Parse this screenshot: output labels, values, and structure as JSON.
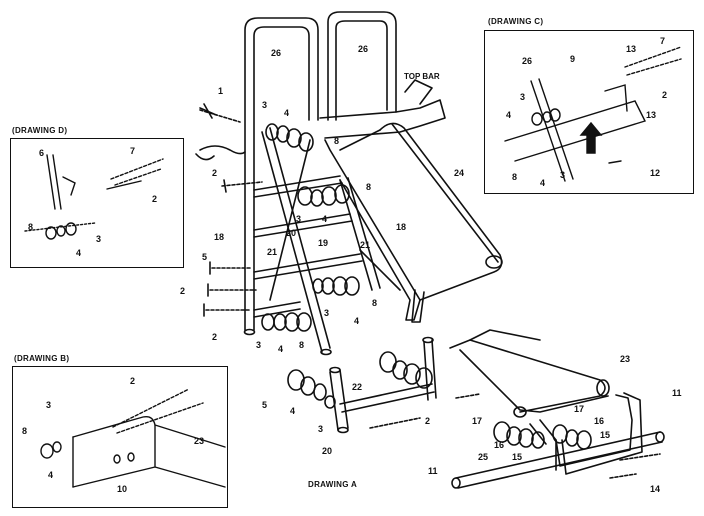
{
  "drawings": {
    "a": "DRAWING A",
    "b": "(DRAWING B)",
    "c": "(DRAWING C)",
    "d": "(DRAWING D)"
  },
  "labels": {
    "top_bar": "TOP BAR",
    "p26": "26",
    "p1": "1",
    "p2": "2",
    "p3": "3",
    "p4": "4",
    "p5": "5",
    "p6": "6",
    "p7": "7",
    "p8": "8",
    "p9": "9",
    "p10": "10",
    "p11": "11",
    "p12": "12",
    "p13": "13",
    "p14": "14",
    "p15": "15",
    "p16": "16",
    "p17": "17",
    "p18": "18",
    "p19": "19",
    "p20": "20",
    "p21": "21",
    "p22": "22",
    "p23": "23",
    "p24": "24",
    "p25": "25"
  }
}
